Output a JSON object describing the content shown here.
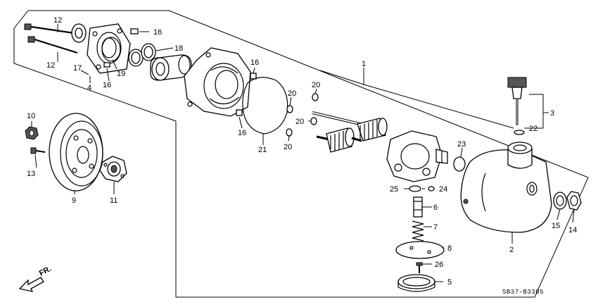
{
  "diagram": {
    "code": "SB37-B3305",
    "direction_label": "FR.",
    "labels": {
      "1": "1",
      "2": "2",
      "3": "3",
      "4": "4",
      "5": "5",
      "6": "6",
      "7": "7",
      "8": "8",
      "9": "9",
      "10": "10",
      "11": "11",
      "12a": "12",
      "12b": "12",
      "13": "13",
      "14": "14",
      "15": "15",
      "16a": "16",
      "16b": "16",
      "16c": "16",
      "16d": "16",
      "17": "17",
      "18": "18",
      "19": "19",
      "20a": "20",
      "20b": "20",
      "20c": "20",
      "20d": "20",
      "21": "21",
      "22": "22",
      "23": "23",
      "24": "24",
      "25": "25",
      "26": "26"
    }
  }
}
